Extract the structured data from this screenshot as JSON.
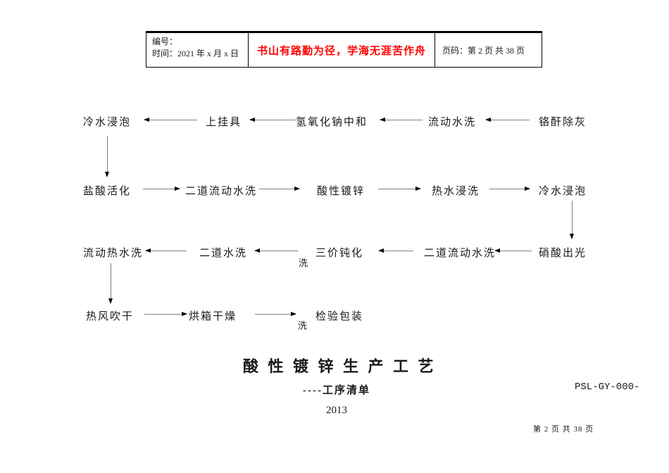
{
  "colors": {
    "text": "#1a1a1a",
    "accent_red": "#ff0000",
    "border": "#000000",
    "arrow_line": "#808080"
  },
  "header": {
    "number_label": "编号：",
    "time_label": "时间：2021 年 x 月 x 日",
    "motto": "书山有路勤为径，学海无涯苦作舟",
    "page_label": "页码：第 2 页 共 38 页"
  },
  "flow": {
    "rows": [
      {
        "direction": "left",
        "nodes": [
          "冷水浸泡",
          "上挂具",
          "氢氧化钠中和",
          "流动水洗",
          "铬酐除灰"
        ]
      },
      {
        "direction": "right",
        "nodes": [
          "盐酸活化",
          "二道流动水洗",
          "酸性镀锌",
          "热水浸洗",
          "冷水浸泡"
        ]
      },
      {
        "direction": "left",
        "nodes": [
          "流动热水洗",
          "二道水洗",
          "三价钝化",
          "二道流动水洗",
          "硝酸出光"
        ],
        "stray": "洗"
      },
      {
        "direction": "right",
        "nodes": [
          "热风吹干",
          "烘箱干燥",
          "检验包装"
        ],
        "stray": "洗"
      }
    ]
  },
  "title": {
    "main": "酸 性 镀 锌 生 产 工 艺",
    "subtitle": "----工序清单",
    "doc_code": "PSL-GY-000-",
    "year": "2013"
  },
  "footer": {
    "page_info": "第 2 页 共 38 页"
  }
}
